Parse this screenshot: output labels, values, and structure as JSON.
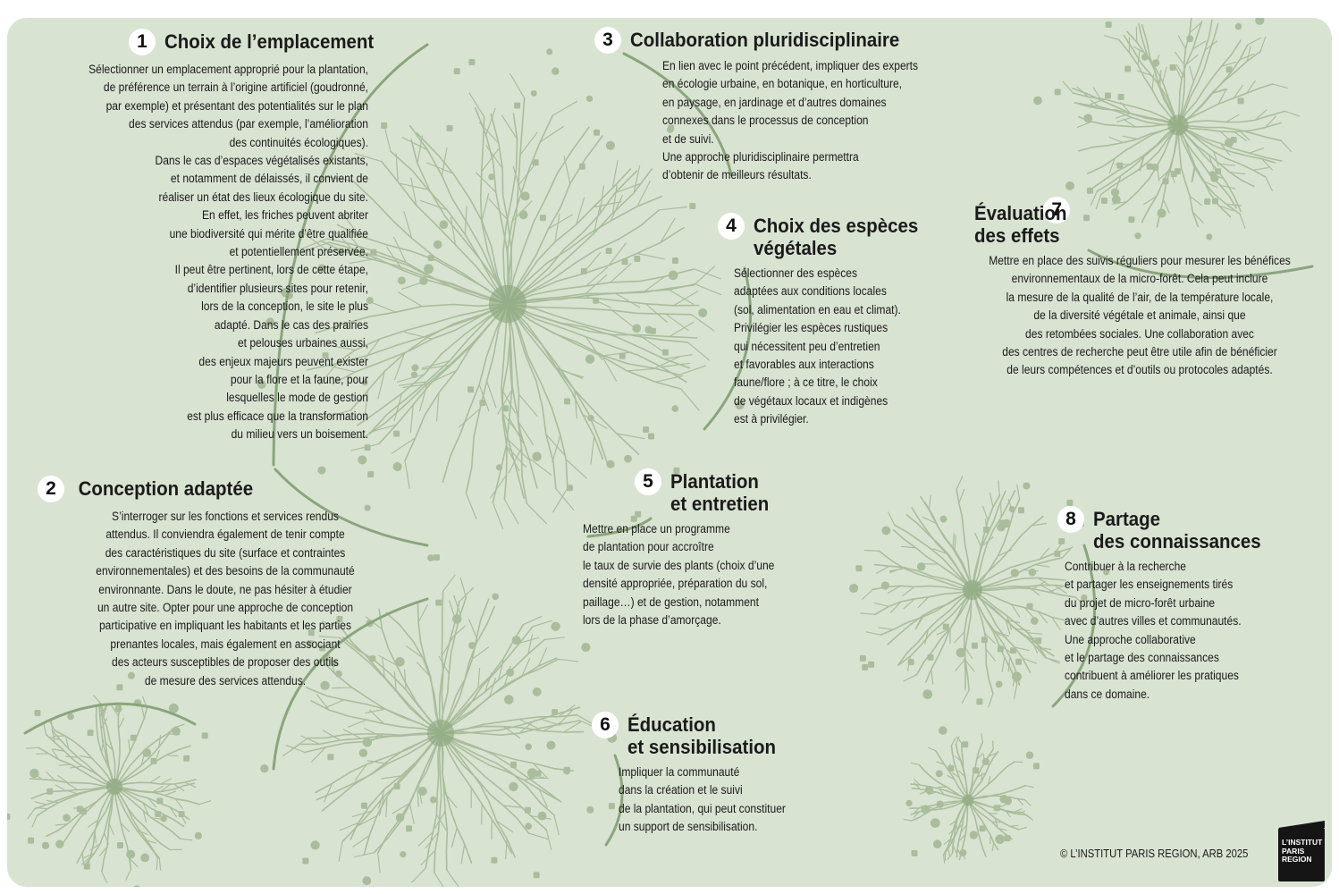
{
  "sections": [
    {
      "number": "1",
      "title": "Choix de l’emplacement",
      "body": "Sélectionner un emplacement approprié pour la plantation,\nde préférence un terrain à l’origine artificiel (goudronné,\npar exemple) et présentant des potentialités sur le plan\ndes services attendus (par exemple, l’amélioration\ndes continuités écologiques).\nDans le cas d’espaces végétalisés existants,\net notamment de délaissés, il convient de\nréaliser un état des lieux écologique du site.\nEn effet, les friches peuvent abriter\nune biodiversité qui mérite d’être qualifiée\net potentiellement préservée.\nIl peut être pertinent, lors de cette étape,\nd’identifier plusieurs sites pour retenir,\nlors de la conception, le site le plus\nadapté. Dans le cas des prairies\net pelouses urbaines aussi,\ndes enjeux majeurs peuvent exister\npour la flore et la faune, pour\nlesquelles le mode de gestion\nest plus efficace que la transformation\ndu milieu vers un boisement."
    },
    {
      "number": "2",
      "title": "Conception adaptée",
      "body": "S’interroger sur les fonctions et services rendus\nattendus. Il conviendra également de tenir compte\ndes caractéristiques du site (surface et contraintes\nenvironnementales) et des besoins de la communauté\nenvironnante. Dans le doute, ne pas hésiter à étudier\nun autre site. Opter pour une approche de conception\nparticipative en impliquant les habitants et les parties\nprenantes locales, mais également en associant\ndes acteurs susceptibles de proposer des outils\nde mesure des services attendus."
    },
    {
      "number": "3",
      "title": "Collaboration pluridisciplinaire",
      "body": "En lien avec le point précédent, impliquer des experts\nen écologie urbaine, en botanique, en horticulture,\nen paysage, en jardinage et d’autres domaines\nconnexes dans le processus de conception\net de suivi.\nUne approche pluridisciplinaire permettra\nd’obtenir de meilleurs résultats."
    },
    {
      "number": "4",
      "title": "Choix des espèces\nvégétales",
      "body": "Sélectionner des espèces\nadaptées aux conditions locales\n(sol, alimentation en eau et climat).\nPrivilégier les espèces rustiques\nqui nécessitent peu d’entretien\net favorables aux interactions\nfaune/flore ; à ce titre, le choix\nde végétaux locaux et indigènes\nest à privilégier."
    },
    {
      "number": "5",
      "title": "Plantation\net entretien",
      "body": "Mettre en place un programme\nde plantation pour accroître\nle taux de survie des plants (choix d’une\ndensité appropriée, préparation du sol,\npaillage…) et de gestion, notamment\nlors de la phase d’amorçage."
    },
    {
      "number": "6",
      "title": "Éducation\net sensibilisation",
      "body": "Impliquer la communauté\ndans la création et le suivi\nde la plantation, qui peut constituer\nun support de sensibilisation."
    },
    {
      "number": "7",
      "title": "Évaluation\ndes effets",
      "body": "Mettre en place des suivis réguliers pour mesurer les bénéfices\nenvironnementaux de la micro-forêt. Cela peut inclure\nla mesure de la qualité de l’air, de la température locale,\nde la diversité végétale et animale, ainsi que\ndes retombées sociales. Une collaboration avec\ndes centres de recherche peut être utile afin de bénéficier\nde leurs compétences et d’outils ou protocoles adaptés."
    },
    {
      "number": "8",
      "title": "Partage\ndes connaissances",
      "body": "Contribuer à la recherche\net partager les enseignements tirés\ndu projet de micro-forêt urbaine\navec d’autres villes et communautés.\nUne approche collaborative\net le partage des connaissances\ncontribuent à améliorer les pratiques\ndans ce domaine."
    }
  ],
  "credit": "© L’INSTITUT PARIS REGION, ARB 2025",
  "logo": {
    "text": "L’INSTITUT\nPARIS\nREGION"
  },
  "colors": {
    "background": "#d9e3d2",
    "illustration": "#a9bd9c",
    "illustration_dark": "#8aa57c",
    "text": "#1a1a1a",
    "badge": "#ffffff"
  }
}
